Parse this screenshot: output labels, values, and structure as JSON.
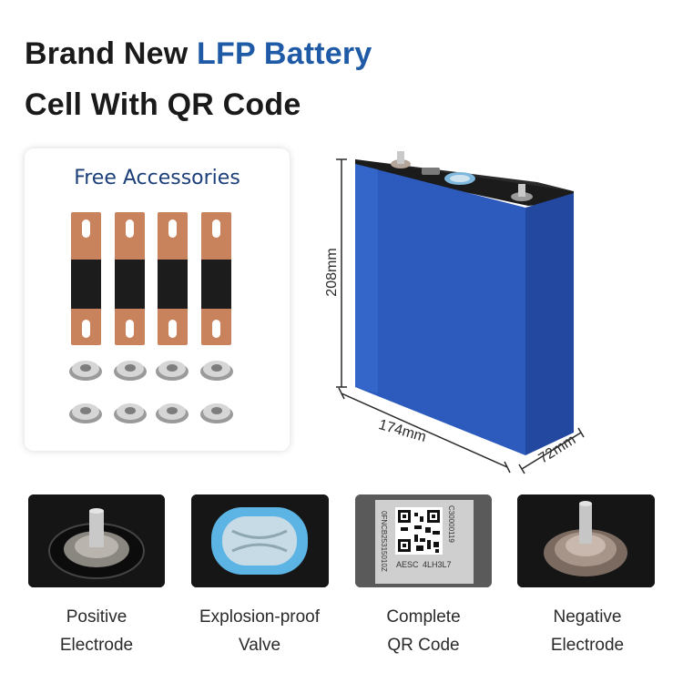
{
  "headline": {
    "line1_prefix": "Brand New ",
    "line1_accent": "LFP Battery",
    "line2": "Cell With QR Code"
  },
  "colors": {
    "accent": "#1f5aa6",
    "headline_text": "#1a1a1a",
    "cell_blue": "#2a5cb8",
    "copper": "#c8825c"
  },
  "accessories": {
    "title": "Free Accessories",
    "busbar_count": 4,
    "nut_count": 8
  },
  "dimensions": {
    "height": "208mm",
    "width": "174mm",
    "depth": "72mm"
  },
  "details": [
    {
      "line1": "Positive",
      "line2": "Electrode",
      "icon": "positive-electrode-icon"
    },
    {
      "line1": "Explosion-proof",
      "line2": "Valve",
      "icon": "explosion-proof-valve-icon"
    },
    {
      "line1": "Complete",
      "line2": "QR Code",
      "icon": "qr-code-icon"
    },
    {
      "line1": "Negative",
      "line2": "Electrode",
      "icon": "negative-electrode-icon"
    }
  ],
  "qr_label": {
    "code_right": "C30000119",
    "code_left": "0FNCB25315010Z",
    "bottom_left": "AESC",
    "bottom_right": "4LH3L7"
  }
}
